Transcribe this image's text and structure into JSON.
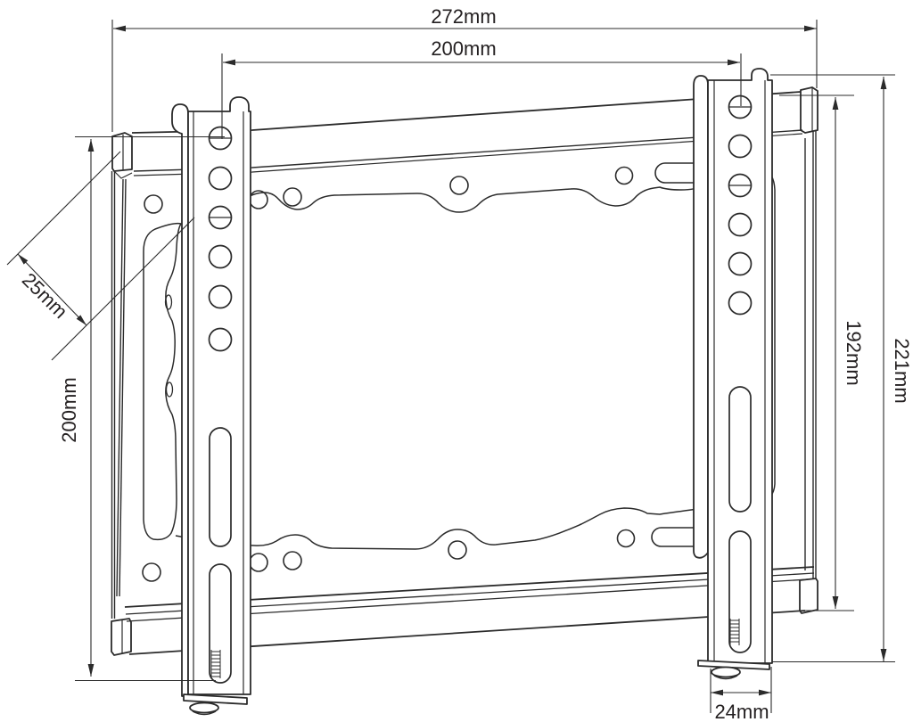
{
  "drawing": {
    "background": "#ffffff",
    "ink": "#2b2b2b",
    "dimensions": {
      "total_width": "272mm",
      "vesa_width": "200mm",
      "vesa_height": "200mm",
      "hook_depth": "25mm",
      "plate_height": "192mm",
      "total_height": "221mm",
      "arm_width": "24mm"
    }
  }
}
